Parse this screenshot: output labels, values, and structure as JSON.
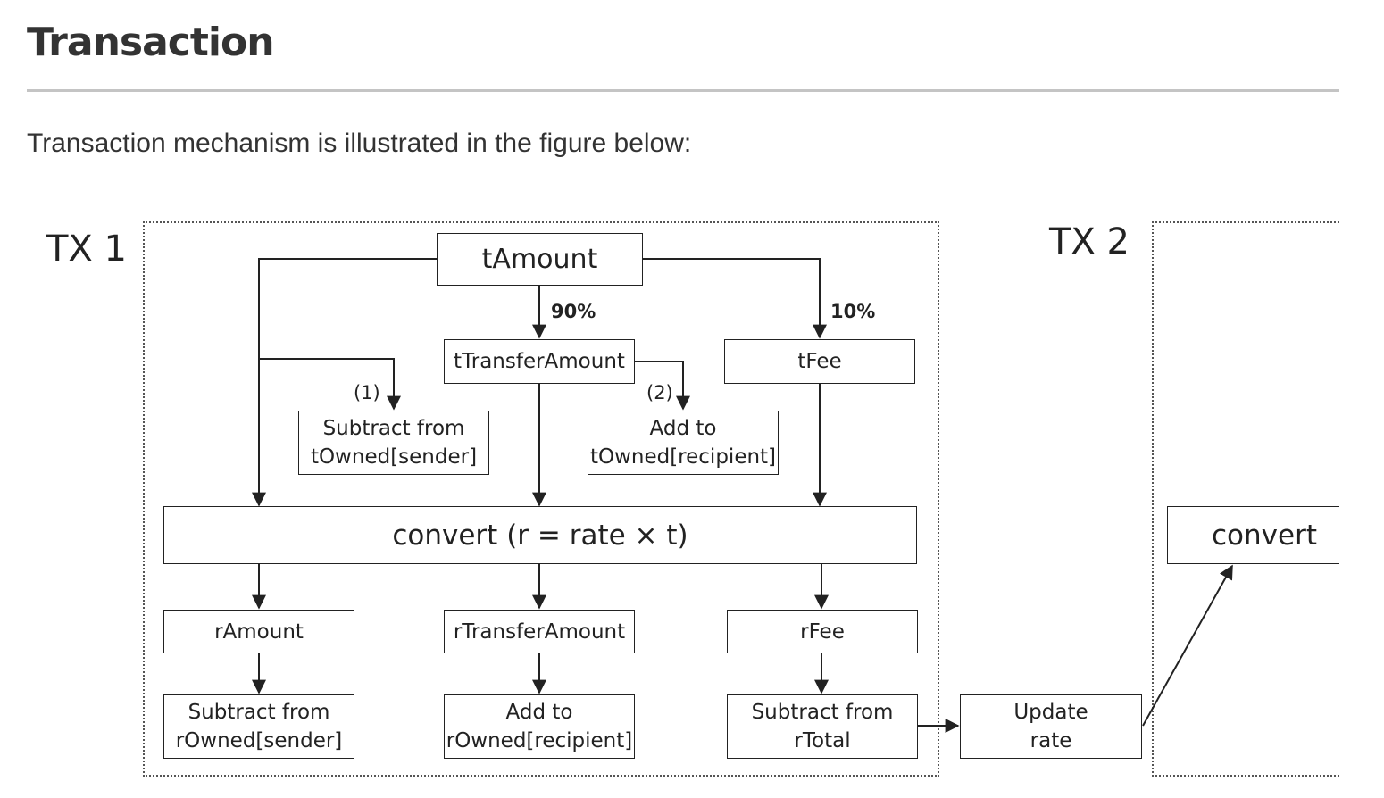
{
  "header": {
    "title": "Transaction",
    "intro": "Transaction mechanism is illustrated in the figure below:"
  },
  "diagram": {
    "tx1_label": "TX 1",
    "tx2_label": "TX 2",
    "nodes": {
      "t_amount": "tAmount",
      "t_transfer_amount": "tTransferAmount",
      "t_fee": "tFee",
      "subtract_t_owned_sender": [
        "Subtract from",
        "tOwned[sender]"
      ],
      "add_t_owned_recipient": [
        "Add to",
        "tOwned[recipient]"
      ],
      "convert": "convert (r = rate × t)",
      "r_amount": "rAmount",
      "r_transfer_amount": "rTransferAmount",
      "r_fee": "rFee",
      "subtract_r_owned_sender": [
        "Subtract from",
        "rOwned[sender]"
      ],
      "add_r_owned_recipient": [
        "Add to",
        "rOwned[recipient]"
      ],
      "subtract_r_total": [
        "Subtract from",
        "rTotal"
      ],
      "update_rate": [
        "Update",
        "rate"
      ],
      "convert_tx2": "convert"
    },
    "edge_labels": {
      "pct_90": "90%",
      "pct_10": "10%",
      "step_1": "(1)",
      "step_2": "(2)"
    }
  }
}
